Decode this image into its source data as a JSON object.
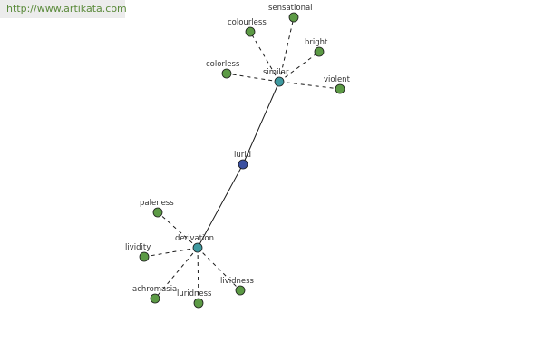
{
  "watermark": "http://www.artikata.com",
  "colors": {
    "leaf": "#5c9a45",
    "hub": "#3f9aa0",
    "center": "#3a4fa0",
    "stroke": "#1a1a1a"
  },
  "center": {
    "label": "lurid"
  },
  "hubs": [
    {
      "label": "similar"
    },
    {
      "label": "derivation"
    }
  ],
  "leaves": [
    {
      "label": "sensational",
      "hub": "similar"
    },
    {
      "label": "colourless",
      "hub": "similar"
    },
    {
      "label": "bright",
      "hub": "similar"
    },
    {
      "label": "colorless",
      "hub": "similar"
    },
    {
      "label": "violent",
      "hub": "similar"
    },
    {
      "label": "paleness",
      "hub": "derivation"
    },
    {
      "label": "lividity",
      "hub": "derivation"
    },
    {
      "label": "achromasia",
      "hub": "derivation"
    },
    {
      "label": "luridness",
      "hub": "derivation"
    },
    {
      "label": "lividness",
      "hub": "derivation"
    }
  ]
}
